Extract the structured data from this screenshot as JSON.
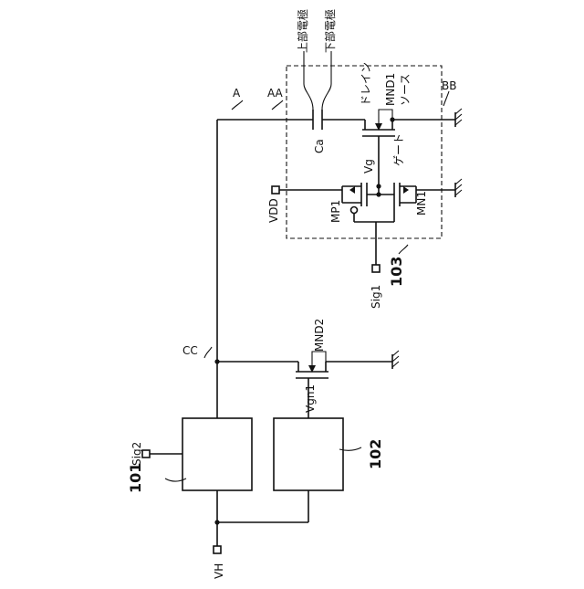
{
  "labels": {
    "node_a": "A",
    "node_aa": "AA",
    "node_bb": "BB",
    "node_cc": "CC",
    "upper_electrode": "上部電極",
    "lower_electrode": "下部電極",
    "cap": "Ca",
    "mnd1": "MND1",
    "drain": "ドレイン",
    "source": "ソース",
    "gate": "ゲート",
    "vg": "Vg",
    "vdd": "VDD",
    "mp1": "MP1",
    "mn1": "MN1",
    "ref_103": "103",
    "sig1": "Sig1",
    "mnd2": "MND2",
    "vgn1": "Vgn1",
    "sig2": "Sig2",
    "ref_101": "101",
    "ref_102": "102",
    "vh": "VH"
  }
}
